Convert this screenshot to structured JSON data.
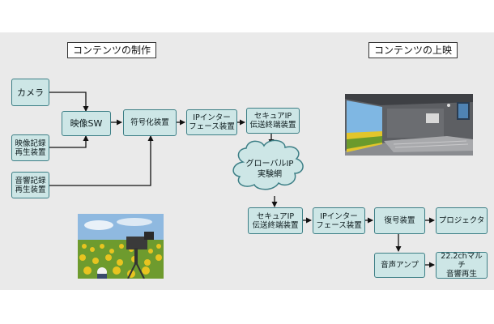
{
  "titles": {
    "production": "コンテンツの制作",
    "screening": "コンテンツの上映"
  },
  "nodes": {
    "camera": "カメラ",
    "video_recorder": "映像記録\n再生装置",
    "audio_recorder": "音響記録\n再生装置",
    "video_switch": "映像SW",
    "encoder": "符号化装置",
    "ip_interface_tx": "IPインター\nフェース装置",
    "secure_ip_tx": "セキュアIP\n伝送終端装置",
    "network": "グローバルIP\n実験網",
    "secure_ip_rx": "セキュアIP\n伝送終端装置",
    "ip_interface_rx": "IPインター\nフェース装置",
    "decoder": "復号装置",
    "projector": "プロジェクタ",
    "audio_amp": "音声アンプ",
    "sound_playback": "22.2chマルチ\n音響再生"
  },
  "colors": {
    "box_fill": "#cde6e6",
    "box_border": "#3d7f86",
    "panel": "#eaeaea",
    "arrow": "#111111"
  }
}
